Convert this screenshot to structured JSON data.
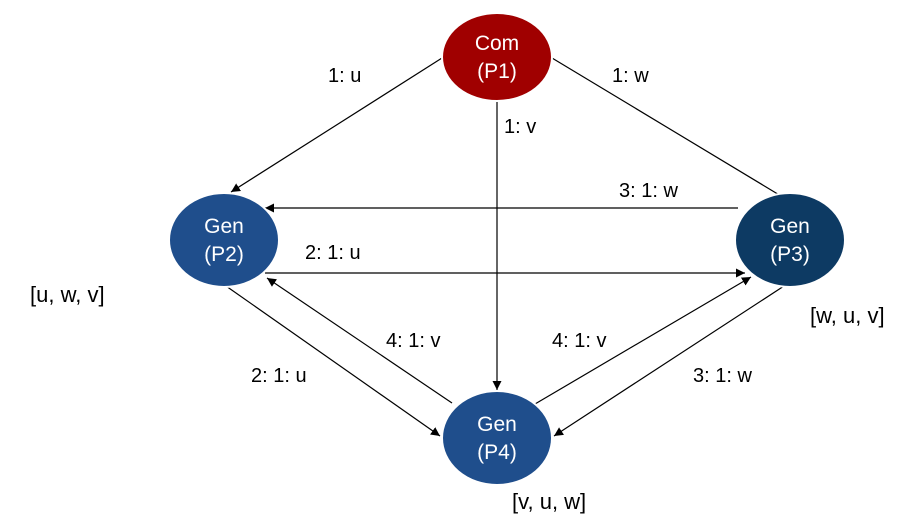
{
  "colors": {
    "commander": "#a00000",
    "general": "#1f4e8c",
    "general_dark": "#0d3a63",
    "node_border": "#ffffff",
    "edge": "#000000"
  },
  "nodes": {
    "p1": {
      "line1": "Com",
      "line2": "(P1)"
    },
    "p2": {
      "line1": "Gen",
      "line2": "(P2)"
    },
    "p3": {
      "line1": "Gen",
      "line2": "(P3)"
    },
    "p4": {
      "line1": "Gen",
      "line2": "(P4)"
    }
  },
  "edges": {
    "p1_p2": "1: u",
    "p1_p3": "1: w",
    "p1_p4": "1: v",
    "p3_p2": "3: 1: w",
    "p2_p3": "2: 1: u",
    "p2_p4": "2: 1: u",
    "p4_p2": "4: 1: v",
    "p4_p3": "4: 1: v",
    "p3_p4": "3: 1: w"
  },
  "lists": {
    "p2": "[u, w, v]",
    "p3": "[w, u, v]",
    "p4": "[v, u, w]"
  }
}
